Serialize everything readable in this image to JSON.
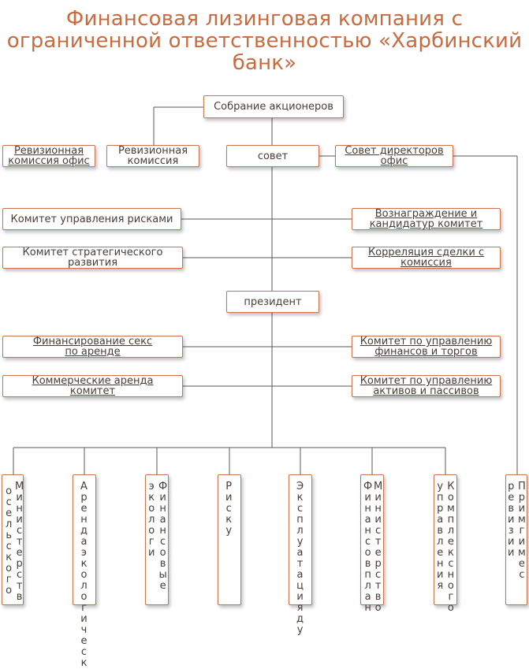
{
  "title": "Финансовая лизинговая компания с ограниченной ответственностью «Харбинский банк»",
  "nodes": {
    "shareholders": "Собрание акционеров",
    "audit_office": "Ревизионная\nкомиссия офис",
    "audit_commission": "Ревизионная\nкомиссия",
    "board": "совет",
    "board_directors": "Совет директоров\nофис",
    "risk_committee": "Комитет управления рисками",
    "remuneration_committee": "Вознаграждение и\nкандидатур комитет",
    "strategy_committee": "Комитет стратегического\nразвития",
    "related_party_committee": "Корреляция сделки с\nкомиссия",
    "president": "президент",
    "leasing_finance": "Финансирование секс\nпо аренде",
    "finance_tender_committee": "Комитет по управлению\nфинансов и торгов",
    "commercial_leasing": "Коммерческие аренда\nкомитет",
    "asset_liability_committee": "Комитет по управлению\nактивов и пассивов"
  },
  "departments": [
    {
      "col1": "Министерств",
      "col2": "осельского"
    },
    {
      "col1": "Аренда экологическ",
      "col2": ""
    },
    {
      "col1": "экологи",
      "col2": "Финансовые"
    },
    {
      "col1": "Риску",
      "col2": ""
    },
    {
      "col1": "Эксплуатацияду",
      "col2": ""
    },
    {
      "col1": "Финансов план",
      "col2": "Министерство"
    },
    {
      "col1": "управления",
      "col2": "Комплексного"
    },
    {
      "col1": "ревизии",
      "col2": "Прим гимес"
    }
  ]
}
